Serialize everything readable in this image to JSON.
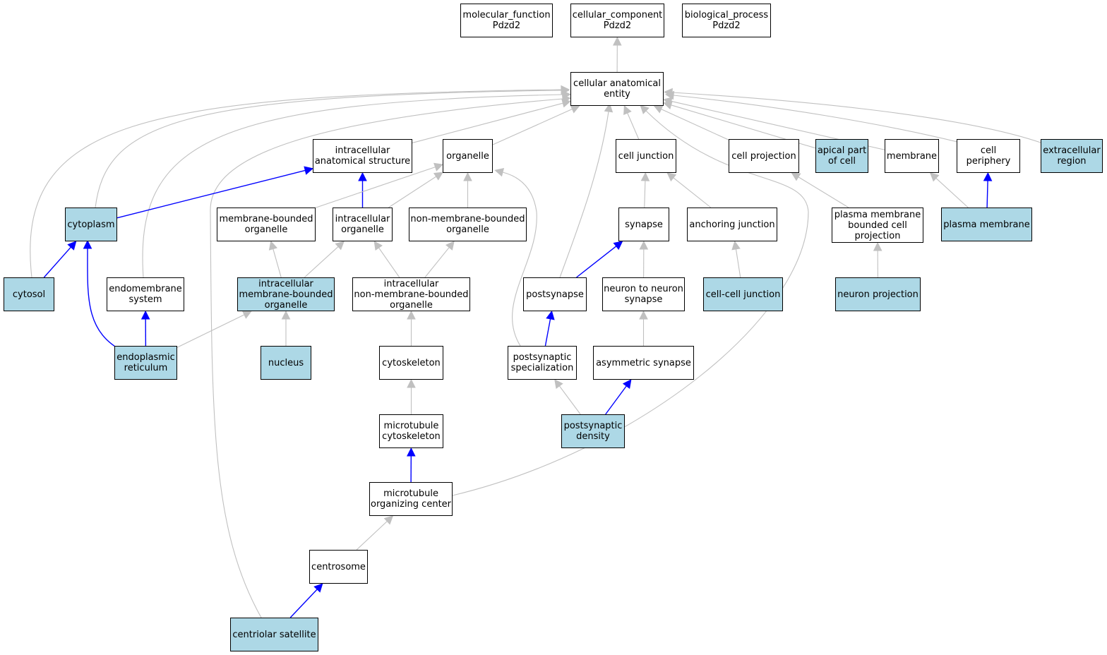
{
  "colors": {
    "highlight_fill": "#add8e6",
    "node_fill": "#ffffff",
    "edge_gray": "#c0c0c0",
    "edge_blue": "#0000ff"
  },
  "nodes": {
    "molecular_function": {
      "label": "molecular_function\nPdzd2",
      "highlight": false
    },
    "cellular_component": {
      "label": "cellular_component\nPdzd2",
      "highlight": false
    },
    "biological_process": {
      "label": "biological_process\nPdzd2",
      "highlight": false
    },
    "cellular_anatomical_entity": {
      "label": "cellular anatomical\nentity",
      "highlight": false
    },
    "intracellular_anatomical_structure": {
      "label": "intracellular\nanatomical structure",
      "highlight": false
    },
    "organelle": {
      "label": "organelle",
      "highlight": false
    },
    "cell_junction": {
      "label": "cell junction",
      "highlight": false
    },
    "cell_projection": {
      "label": "cell projection",
      "highlight": false
    },
    "apical_part_of_cell": {
      "label": "apical part\nof cell",
      "highlight": true
    },
    "membrane": {
      "label": "membrane",
      "highlight": false
    },
    "cell_periphery": {
      "label": "cell periphery",
      "highlight": false
    },
    "extracellular_region": {
      "label": "extracellular\nregion",
      "highlight": true
    },
    "cytoplasm": {
      "label": "cytoplasm",
      "highlight": true
    },
    "membrane_bounded_organelle": {
      "label": "membrane-bounded\norganelle",
      "highlight": false
    },
    "intracellular_organelle": {
      "label": "intracellular\norganelle",
      "highlight": false
    },
    "non_membrane_bounded_organelle": {
      "label": "non-membrane-bounded\norganelle",
      "highlight": false
    },
    "synapse": {
      "label": "synapse",
      "highlight": false
    },
    "anchoring_junction": {
      "label": "anchoring junction",
      "highlight": false
    },
    "plasma_membrane_bounded_cell_projection": {
      "label": "plasma membrane\nbounded cell\nprojection",
      "highlight": false
    },
    "plasma_membrane": {
      "label": "plasma membrane",
      "highlight": true
    },
    "cytosol": {
      "label": "cytosol",
      "highlight": true
    },
    "endomembrane_system": {
      "label": "endomembrane\nsystem",
      "highlight": false
    },
    "intracellular_membrane_bounded_organelle": {
      "label": "intracellular\nmembrane-bounded\norganelle",
      "highlight": true
    },
    "intracellular_non_membrane_bounded_organelle": {
      "label": "intracellular\nnon-membrane-bounded\norganelle",
      "highlight": false
    },
    "postsynapse": {
      "label": "postsynapse",
      "highlight": false
    },
    "neuron_to_neuron_synapse": {
      "label": "neuron to neuron\nsynapse",
      "highlight": false
    },
    "cell_cell_junction": {
      "label": "cell-cell junction",
      "highlight": true
    },
    "neuron_projection": {
      "label": "neuron projection",
      "highlight": true
    },
    "endoplasmic_reticulum": {
      "label": "endoplasmic\nreticulum",
      "highlight": true
    },
    "nucleus": {
      "label": "nucleus",
      "highlight": true
    },
    "cytoskeleton": {
      "label": "cytoskeleton",
      "highlight": false
    },
    "postsynaptic_specialization": {
      "label": "postsynaptic\nspecialization",
      "highlight": false
    },
    "asymmetric_synapse": {
      "label": "asymmetric synapse",
      "highlight": false
    },
    "microtubule_cytoskeleton": {
      "label": "microtubule\ncytoskeleton",
      "highlight": false
    },
    "postsynaptic_density": {
      "label": "postsynaptic\ndensity",
      "highlight": true
    },
    "microtubule_organizing_center": {
      "label": "microtubule\norganizing center",
      "highlight": false
    },
    "centrosome": {
      "label": "centrosome",
      "highlight": false
    },
    "centriolar_satellite": {
      "label": "centriolar satellite",
      "highlight": true
    }
  },
  "edges": [
    {
      "from": "cellular_anatomical_entity",
      "to": "cellular_component",
      "color": "gray"
    },
    {
      "from": "intracellular_anatomical_structure",
      "to": "cellular_anatomical_entity",
      "color": "gray"
    },
    {
      "from": "organelle",
      "to": "cellular_anatomical_entity",
      "color": "gray"
    },
    {
      "from": "cell_junction",
      "to": "cellular_anatomical_entity",
      "color": "gray"
    },
    {
      "from": "cell_projection",
      "to": "cellular_anatomical_entity",
      "color": "gray"
    },
    {
      "from": "apical_part_of_cell",
      "to": "cellular_anatomical_entity",
      "color": "gray"
    },
    {
      "from": "membrane",
      "to": "cellular_anatomical_entity",
      "color": "gray"
    },
    {
      "from": "cell_periphery",
      "to": "cellular_anatomical_entity",
      "color": "gray"
    },
    {
      "from": "extracellular_region",
      "to": "cellular_anatomical_entity",
      "color": "gray"
    },
    {
      "from": "cytoplasm",
      "to": "cellular_anatomical_entity",
      "color": "gray"
    },
    {
      "from": "cytosol",
      "to": "cellular_anatomical_entity",
      "color": "gray"
    },
    {
      "from": "endomembrane_system",
      "to": "cellular_anatomical_entity",
      "color": "gray"
    },
    {
      "from": "postsynapse",
      "to": "cellular_anatomical_entity",
      "color": "gray"
    },
    {
      "from": "centriolar_satellite",
      "to": "cellular_anatomical_entity",
      "color": "gray"
    },
    {
      "from": "microtubule_organizing_center",
      "to": "cellular_anatomical_entity",
      "color": "gray"
    },
    {
      "from": "cytoplasm",
      "to": "intracellular_anatomical_structure",
      "color": "blue"
    },
    {
      "from": "intracellular_organelle",
      "to": "intracellular_anatomical_structure",
      "color": "blue"
    },
    {
      "from": "membrane_bounded_organelle",
      "to": "organelle",
      "color": "gray"
    },
    {
      "from": "intracellular_organelle",
      "to": "organelle",
      "color": "gray"
    },
    {
      "from": "non_membrane_bounded_organelle",
      "to": "organelle",
      "color": "gray"
    },
    {
      "from": "postsynaptic_specialization",
      "to": "organelle",
      "color": "gray"
    },
    {
      "from": "synapse",
      "to": "cell_junction",
      "color": "gray"
    },
    {
      "from": "anchoring_junction",
      "to": "cell_junction",
      "color": "gray"
    },
    {
      "from": "plasma_membrane_bounded_cell_projection",
      "to": "cell_projection",
      "color": "gray"
    },
    {
      "from": "plasma_membrane",
      "to": "membrane",
      "color": "gray"
    },
    {
      "from": "plasma_membrane",
      "to": "cell_periphery",
      "color": "blue"
    },
    {
      "from": "cytosol",
      "to": "cytoplasm",
      "color": "blue"
    },
    {
      "from": "endoplasmic_reticulum",
      "to": "cytoplasm",
      "color": "blue"
    },
    {
      "from": "intracellular_membrane_bounded_organelle",
      "to": "membrane_bounded_organelle",
      "color": "gray"
    },
    {
      "from": "intracellular_membrane_bounded_organelle",
      "to": "intracellular_organelle",
      "color": "gray"
    },
    {
      "from": "intracellular_non_membrane_bounded_organelle",
      "to": "intracellular_organelle",
      "color": "gray"
    },
    {
      "from": "intracellular_non_membrane_bounded_organelle",
      "to": "non_membrane_bounded_organelle",
      "color": "gray"
    },
    {
      "from": "postsynapse",
      "to": "synapse",
      "color": "blue"
    },
    {
      "from": "neuron_to_neuron_synapse",
      "to": "synapse",
      "color": "gray"
    },
    {
      "from": "cell_cell_junction",
      "to": "anchoring_junction",
      "color": "gray"
    },
    {
      "from": "neuron_projection",
      "to": "plasma_membrane_bounded_cell_projection",
      "color": "gray"
    },
    {
      "from": "endoplasmic_reticulum",
      "to": "endomembrane_system",
      "color": "blue"
    },
    {
      "from": "endoplasmic_reticulum",
      "to": "intracellular_membrane_bounded_organelle",
      "color": "gray"
    },
    {
      "from": "nucleus",
      "to": "intracellular_membrane_bounded_organelle",
      "color": "gray"
    },
    {
      "from": "cytoskeleton",
      "to": "intracellular_non_membrane_bounded_organelle",
      "color": "gray"
    },
    {
      "from": "postsynaptic_specialization",
      "to": "postsynapse",
      "color": "blue"
    },
    {
      "from": "asymmetric_synapse",
      "to": "neuron_to_neuron_synapse",
      "color": "gray"
    },
    {
      "from": "microtubule_cytoskeleton",
      "to": "cytoskeleton",
      "color": "gray"
    },
    {
      "from": "postsynaptic_density",
      "to": "postsynaptic_specialization",
      "color": "gray"
    },
    {
      "from": "postsynaptic_density",
      "to": "asymmetric_synapse",
      "color": "blue"
    },
    {
      "from": "microtubule_organizing_center",
      "to": "microtubule_cytoskeleton",
      "color": "blue"
    },
    {
      "from": "centrosome",
      "to": "microtubule_organizing_center",
      "color": "gray"
    },
    {
      "from": "centriolar_satellite",
      "to": "centrosome",
      "color": "blue"
    }
  ]
}
